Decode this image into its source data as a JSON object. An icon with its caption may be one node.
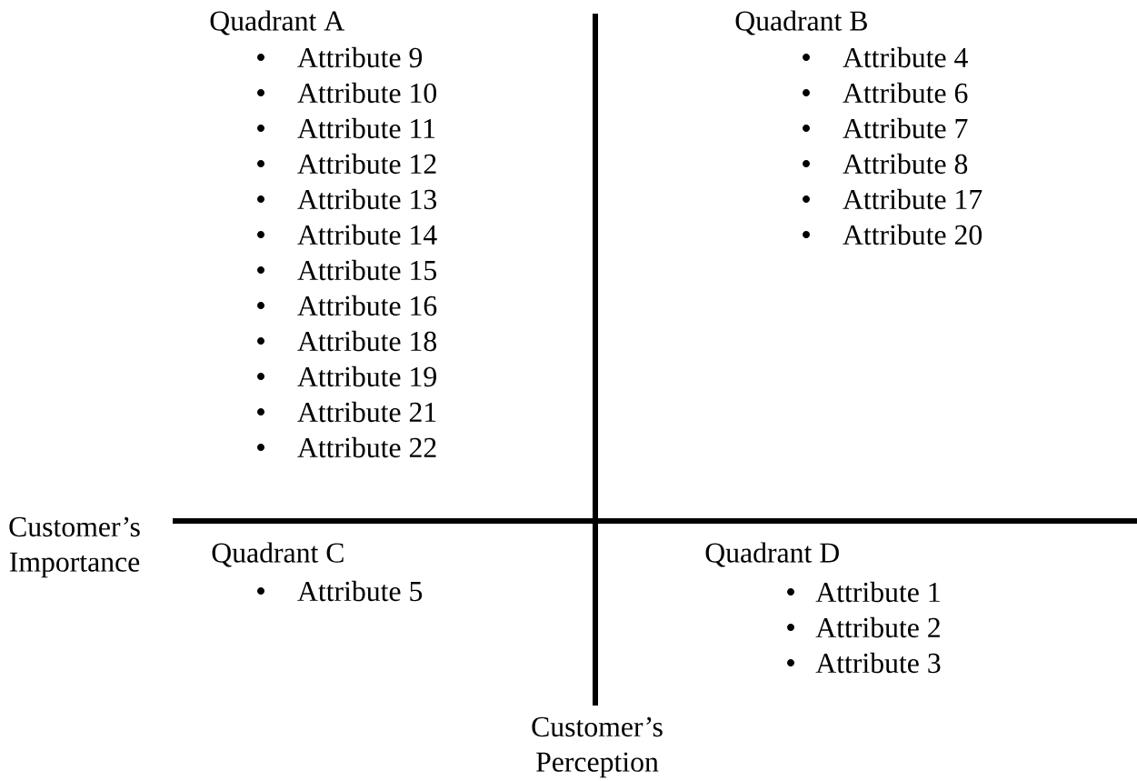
{
  "diagram": {
    "labels": [
      "Quadrant A",
      "Attribute 9",
      "Attribute 10",
      "Attribute 11",
      "Attribute 12",
      "Attribute 13",
      "Attribute 14",
      "Attribute 15",
      "Attribute 16",
      "Attribute 18",
      "Attribute 19",
      "Attribute 21",
      "Attribute 22",
      "Quadrant B",
      "Attribute 4",
      "Attribute 6",
      "Attribute 7",
      "Attribute 8",
      "Attribute 17",
      "Attribute 20",
      "Customer’s Importance",
      "Quadrant C",
      "Attribute 5",
      "Quadrant D",
      "Attribute 1",
      "Attribute 2",
      "Attribute 3",
      "Customer’s Perception"
    ]
  }
}
